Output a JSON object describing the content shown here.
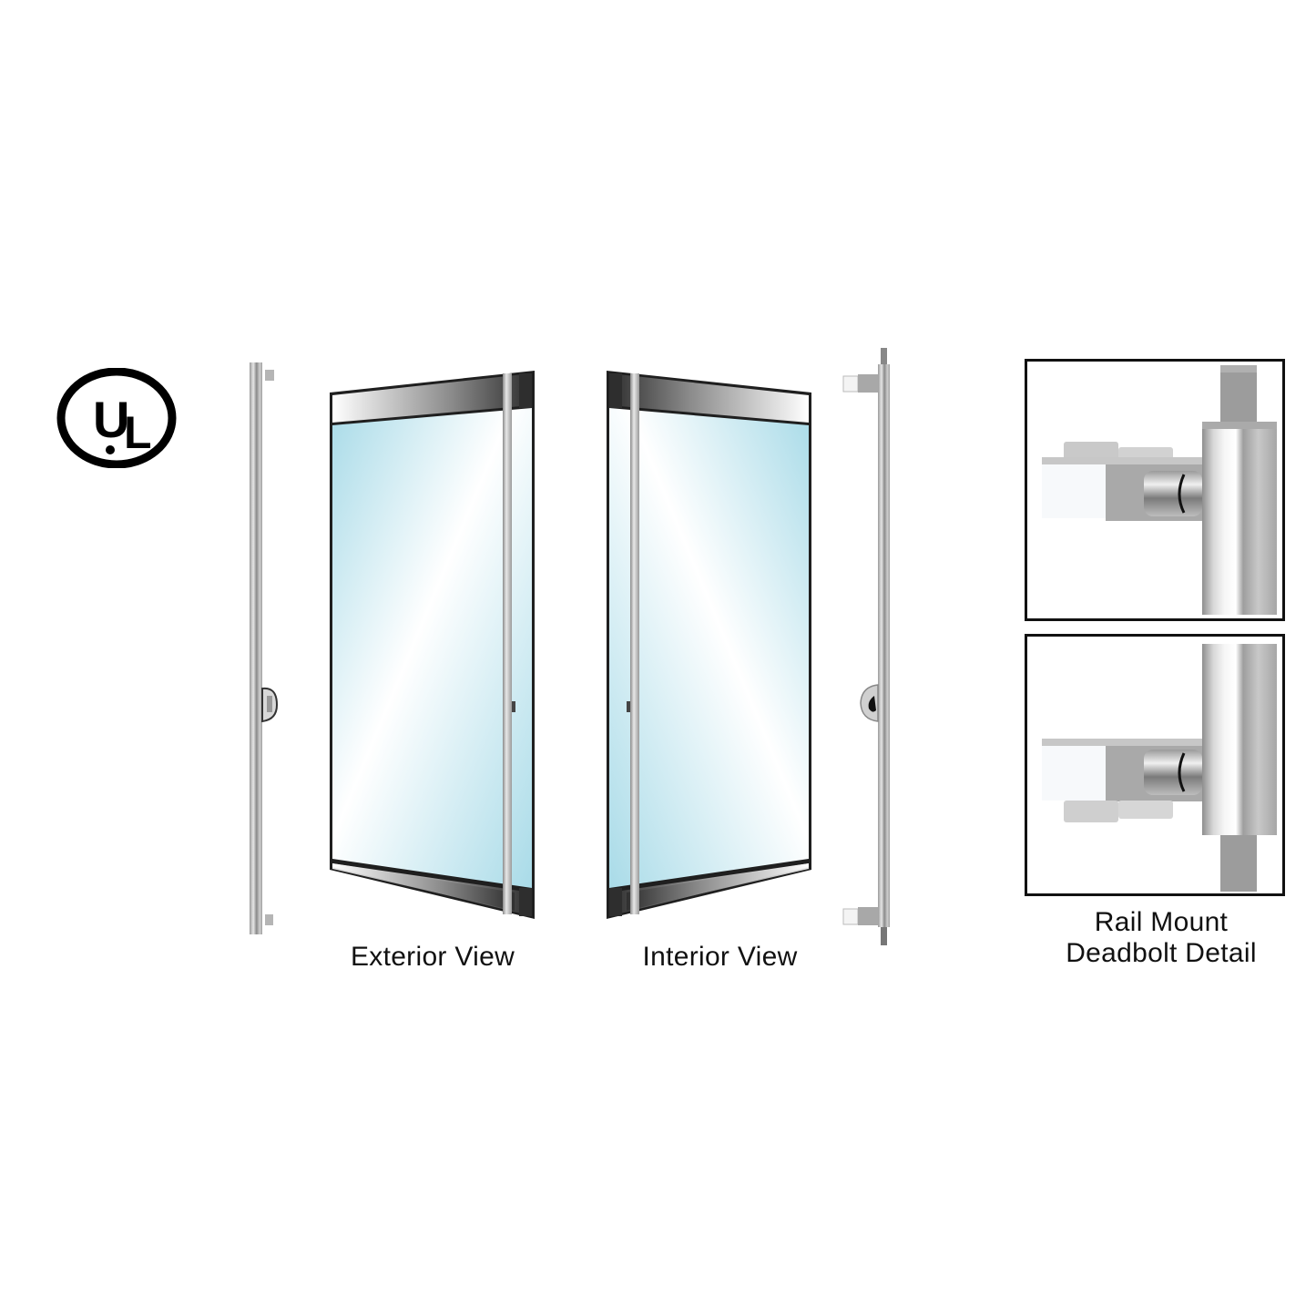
{
  "logo": {
    "text_u": "U",
    "text_l": "L",
    "name": "UL certification mark"
  },
  "views": {
    "exterior": {
      "label": "Exterior View"
    },
    "interior": {
      "label": "Interior View"
    }
  },
  "detail": {
    "label_line1": "Rail Mount",
    "label_line2": "Deadbolt Detail"
  },
  "colors": {
    "background": "#ffffff",
    "glass_light": "#ffffff",
    "glass_blue": "#bfe6f0",
    "frame_dark": "#1a1a1a",
    "rail_metal": "#b8b8b8",
    "caption_text": "#111111"
  }
}
